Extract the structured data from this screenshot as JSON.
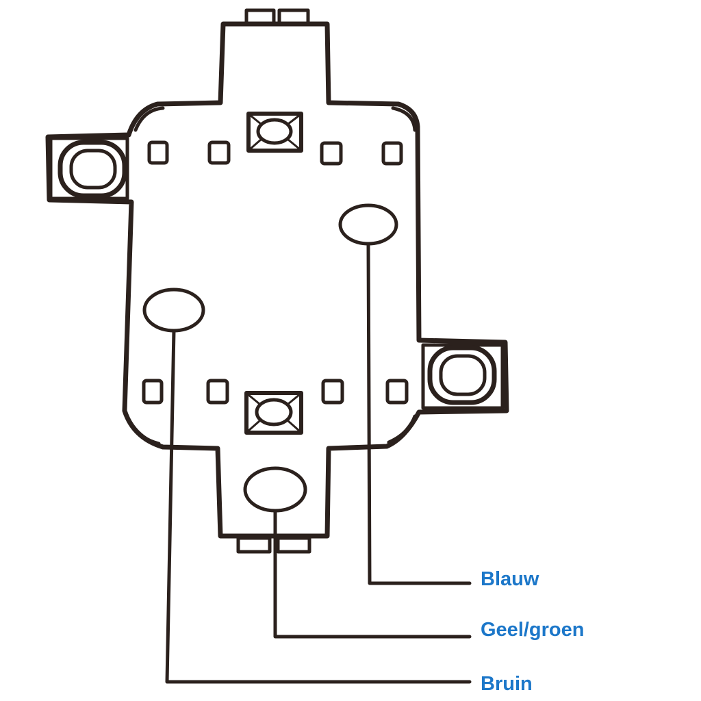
{
  "colors": {
    "line": "#2b211d",
    "label": "#1c77c9",
    "background": "#ffffff"
  },
  "wires": [
    {
      "id": "blue",
      "label": "Blauw"
    },
    {
      "id": "yellow-green",
      "label": "Geel/groen"
    },
    {
      "id": "brown",
      "label": "Bruin"
    }
  ]
}
